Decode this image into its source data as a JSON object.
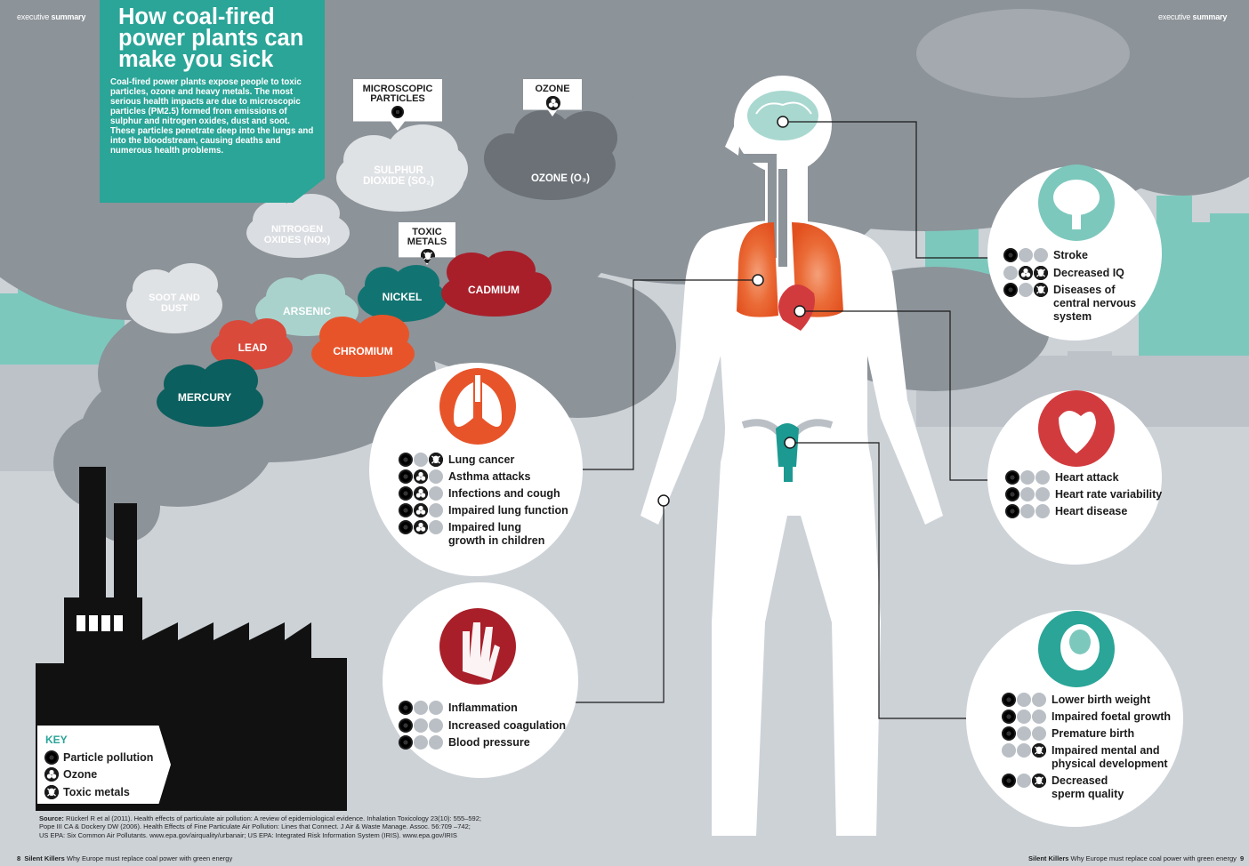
{
  "header": {
    "left_prefix": "executive ",
    "left_bold": "summary",
    "right_prefix": "executive ",
    "right_bold": "summary"
  },
  "title": "How coal-fired power plants can make you sick",
  "intro": "Coal-fired power plants expose people to toxic particles, ozone and heavy metals. The most serious health impacts are due to microscopic particles (PM2.5) formed from emissions of sulphur and nitrogen oxides, dust and soot. These particles penetrate deep into the lungs and into the bloodstream, causing deaths and numerous health problems.",
  "tags": {
    "microscopic": "MICROSCOPIC PARTICLES",
    "ozone": "OZONE",
    "toxic": "TOXIC METALS"
  },
  "clouds": {
    "sulphur_line1": "SULPHUR",
    "sulphur_line2": "DIOXIDE (SO₂)",
    "ozone_o3": "OZONE (O₃)",
    "nitrogen_line1": "NITROGEN",
    "nitrogen_line2": "OXIDES (NOx)",
    "soot_line1": "SOOT AND",
    "soot_line2": "DUST",
    "arsenic": "ARSENIC",
    "nickel": "NICKEL",
    "cadmium": "CADMIUM",
    "lead": "LEAD",
    "chromium": "CHROMIUM",
    "mercury": "MERCURY"
  },
  "colors": {
    "teal": "#2aa598",
    "orange": "#e8542a",
    "red": "#d23b3e",
    "dark_red": "#a81f2a",
    "dark_teal": "#0b6f6c",
    "sky": "#7dc8bd"
  },
  "lungs_panel": {
    "icon": "lungs-icon",
    "items": [
      {
        "text": "Lung cancer",
        "icons": [
          "particle",
          "empty",
          "toxic"
        ]
      },
      {
        "text": "Asthma attacks",
        "icons": [
          "particle",
          "ozone",
          "empty"
        ]
      },
      {
        "text": "Infections and cough",
        "icons": [
          "particle",
          "ozone",
          "empty"
        ]
      },
      {
        "text": "Impaired lung function",
        "icons": [
          "particle",
          "ozone",
          "empty"
        ]
      },
      {
        "text": "Impaired lung",
        "text2": "growth in children",
        "icons": [
          "particle",
          "ozone",
          "empty"
        ]
      }
    ]
  },
  "blood_panel": {
    "icon": "hand-veins-icon",
    "items": [
      {
        "text": "Inflammation",
        "icons": [
          "particle",
          "empty",
          "empty"
        ]
      },
      {
        "text": "Increased coagulation",
        "icons": [
          "particle",
          "empty",
          "empty"
        ]
      },
      {
        "text": "Blood pressure",
        "icons": [
          "particle",
          "empty",
          "empty"
        ]
      }
    ]
  },
  "brain_panel": {
    "icon": "brain-icon",
    "items": [
      {
        "text": "Stroke",
        "icons": [
          "particle",
          "empty",
          "empty"
        ]
      },
      {
        "text": "Decreased IQ",
        "icons": [
          "empty",
          "ozone",
          "toxic"
        ]
      },
      {
        "text": "Diseases of",
        "text2": "central nervous",
        "text3": "system",
        "icons": [
          "particle",
          "empty",
          "toxic"
        ]
      }
    ]
  },
  "heart_panel": {
    "icon": "heart-icon",
    "items": [
      {
        "text": "Heart attack",
        "icons": [
          "particle",
          "empty",
          "empty"
        ]
      },
      {
        "text": "Heart rate variability",
        "icons": [
          "particle",
          "empty",
          "empty"
        ]
      },
      {
        "text": "Heart disease",
        "icons": [
          "particle",
          "empty",
          "empty"
        ]
      }
    ]
  },
  "foetus_panel": {
    "icon": "foetus-icon",
    "items": [
      {
        "text": "Lower birth weight",
        "icons": [
          "particle",
          "empty",
          "empty"
        ]
      },
      {
        "text": "Impaired foetal growth",
        "icons": [
          "particle",
          "empty",
          "empty"
        ]
      },
      {
        "text": "Premature birth",
        "icons": [
          "particle",
          "empty",
          "empty"
        ]
      },
      {
        "text": "Impaired mental and",
        "text2": "physical development",
        "icons": [
          "empty",
          "empty",
          "toxic"
        ]
      },
      {
        "text": "Decreased",
        "text2": "sperm quality",
        "icons": [
          "particle",
          "empty",
          "toxic"
        ]
      }
    ]
  },
  "key": {
    "title": "KEY",
    "particle": "Particle pollution",
    "ozone": "Ozone",
    "toxic": "Toxic metals"
  },
  "source": {
    "label": "Source:",
    "line1": " Rückerl R et al (2011). Health effects of particulate air pollution: A review of epidemiological evidence. Inhalation Toxicology 23(10): 555–592;",
    "line2": "Pope III CA & Dockery DW (2006). Health Effects of Fine Particulate Air Pollution: Lines that Connect. J Air & Waste Manage. Assoc. 56:709 –742;",
    "line3": "US EPA: Six Common Air Pollutants. www.epa.gov/airquality/urbanair; US EPA: Integrated Risk Information System (IRIS). www.epa.gov/IRIS"
  },
  "footer": {
    "left_page": "8",
    "left_bold": "Silent Killers",
    "left_text": " Why Europe must replace coal power with green energy",
    "right_bold": "Silent Killers",
    "right_text": " Why Europe must replace coal power with green energy",
    "right_page": "9"
  }
}
